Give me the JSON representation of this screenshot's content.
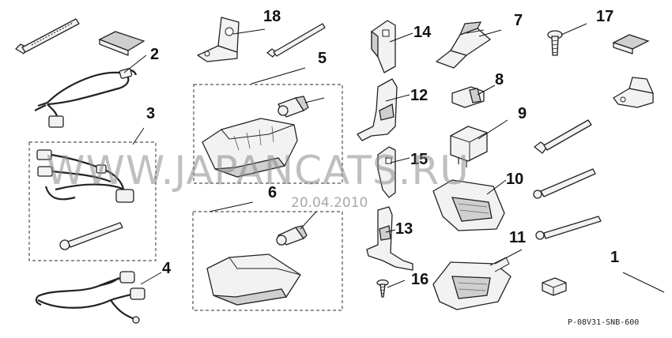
{
  "callouts": {
    "c1": "1",
    "c2": "2",
    "c3": "3",
    "c4": "4",
    "c5": "5",
    "c6": "6",
    "c7": "7",
    "c8": "8",
    "c9": "9",
    "c10": "10",
    "c11": "11",
    "c12": "12",
    "c13": "13",
    "c14": "14",
    "c15": "15",
    "c16": "16",
    "c17": "17",
    "c18": "18"
  },
  "watermark": "WWW.JAPANCATS.RU",
  "date_stamp": "20.04.2010",
  "drawing_code": "P-08V31-SNB-600"
}
